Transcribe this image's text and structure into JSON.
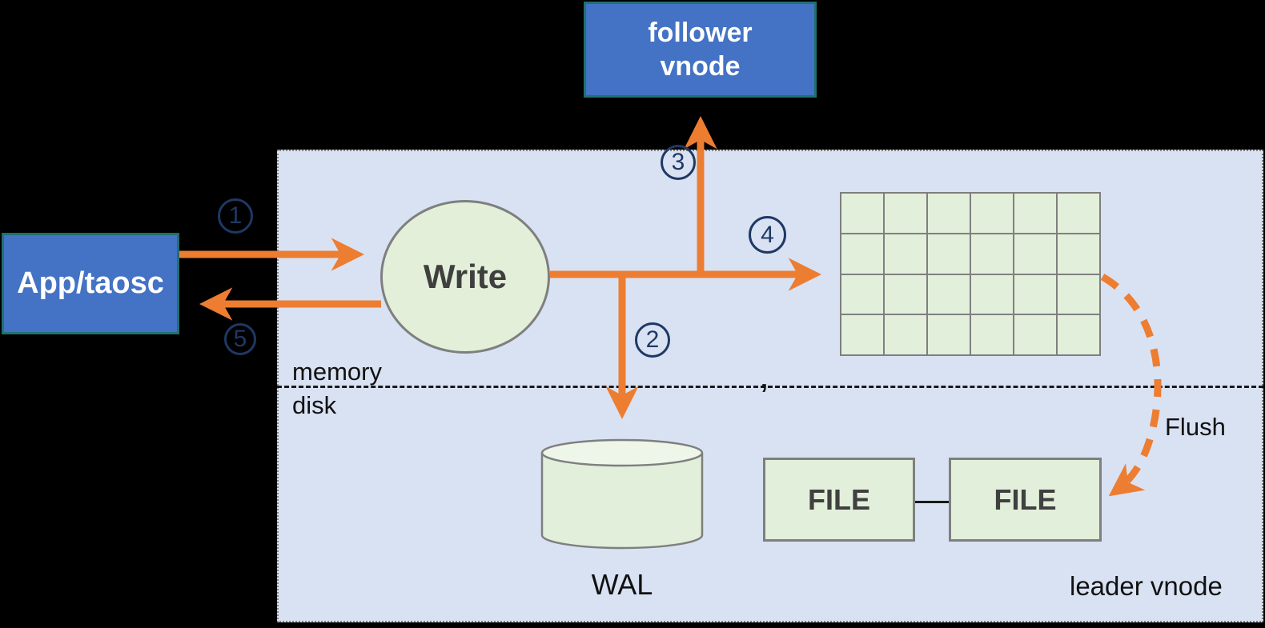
{
  "diagram": {
    "app_box": "App/taosc",
    "follower_box": "follower\nvnode",
    "write_circle": "Write",
    "wal_label": "WAL",
    "file_left": "FILE",
    "file_right": "FILE",
    "leader_label": "leader vnode",
    "memory_label": "memory",
    "disk_label": "disk",
    "flush_label": "Flush",
    "separator_artifact": ",",
    "steps": [
      {
        "id": "step-1",
        "digit": "1"
      },
      {
        "id": "step-2",
        "digit": "2"
      },
      {
        "id": "step-3",
        "digit": "3"
      },
      {
        "id": "step-4",
        "digit": "4"
      },
      {
        "id": "step-5",
        "digit": "5"
      }
    ],
    "memory_grid": {
      "rows": 4,
      "cols": 6
    },
    "colors": {
      "node_blue": "#4472C4",
      "node_border_teal": "#20706F",
      "panel_lavender": "#D9E2F3",
      "shape_green": "#E2EFDA",
      "shape_border_gray": "#7F7F7F",
      "arrow_orange": "#ED7D31",
      "step_navy": "#1F3864",
      "label_dark": "#111111",
      "write_text": "#3F3F3F",
      "background": "#000000"
    }
  }
}
